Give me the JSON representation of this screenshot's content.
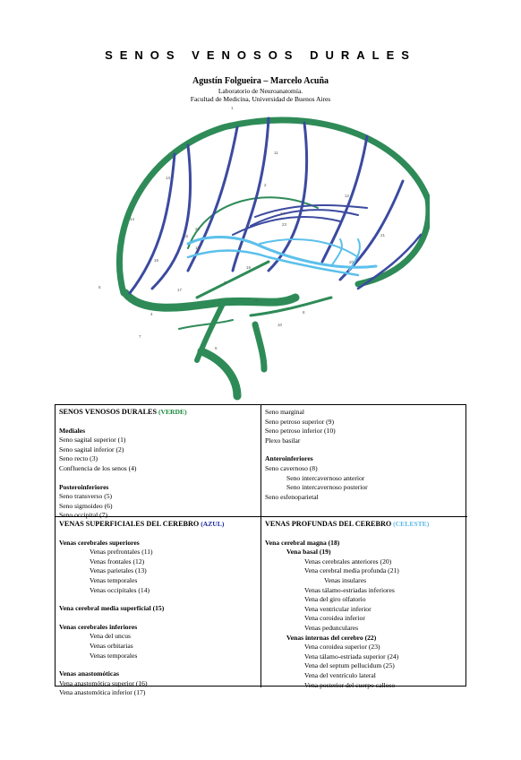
{
  "title": "SENOS VENOSOS DURALES",
  "authors": "Agustín Folgueira – Marcelo Acuña",
  "affiliation_1": "Laboratorio de Neuroanatomía.",
  "affiliation_2": "Facultad de Medicina, Universidad de Buenos Aires",
  "colors": {
    "senos": "#2e8b57",
    "superficiales": "#3b4aa0",
    "profundas": "#5bc0eb"
  },
  "diagram_labels": [
    "1",
    "2",
    "3",
    "4",
    "5",
    "6",
    "7",
    "8",
    "9",
    "10",
    "11",
    "12",
    "13",
    "14",
    "15",
    "16",
    "17",
    "18",
    "19",
    "20",
    "21",
    "22",
    "23",
    "24"
  ],
  "senos": {
    "heading": "SENOS VENOSOS DURALES",
    "tag": "(VERDE)",
    "mediales_title": "Mediales",
    "mediales": [
      "Seno sagital superior (1)",
      "Seno sagital inferior (2)",
      "Seno recto (3)",
      "Confluencia de los senos (4)"
    ],
    "posteroinferiores_title": "Posteroinferiores",
    "posteroinferiores": [
      "Seno transverso (5)",
      "Seno sigmoideo (6)",
      "Seno occipital (7)"
    ],
    "col2_top": [
      "Seno marginal",
      "Seno petroso superior (9)",
      "Seno petroso inferior (10)",
      "Plexo basilar"
    ],
    "anteroinferiores_title": "Anteroinferiores",
    "cavernoso": "Seno cavernoso (8)",
    "intercavernosos": [
      "Seno intercavernoso anterior",
      "Seno intercavernoso posterior"
    ],
    "esfenoparietal": "Seno esfenoparietal"
  },
  "superficiales": {
    "heading": "VENAS SUPERFICIALES DEL CEREBRO",
    "tag": "(AZUL)",
    "sup_title": "Venas cerebrales superiores",
    "sup": [
      "Venas prefrontales (11)",
      "Venas frontales (12)",
      "Venas parietales (13)",
      "Venas temporales",
      "Venas occipitales (14)"
    ],
    "media": "Vena cerebral media superficial (15)",
    "inf_title": "Venas cerebrales inferiores",
    "inf": [
      "Vena del uncus",
      "Venas orbitarias",
      "Venas temporales"
    ],
    "anast_title": "Venas anastomóticas",
    "anast": [
      "Vena anastomótica superior (16)",
      "Vena anastomótica inferior (17)"
    ]
  },
  "profundas": {
    "heading": "VENAS PROFUNDAS DEL CEREBRO",
    "tag": "(CELESTE)",
    "magna": "Vena cerebral magna (18)",
    "basal": "Vena basal (19)",
    "basal_items": [
      "Venas cerebrales anteriores (20)",
      "Vena cerebral media profunda (21)"
    ],
    "insulares": "Venas insulares",
    "basal_items2": [
      "Venas tálamo-estriadas inferiores",
      "Vena del giro olfatorio",
      "Vena ventricular inferior",
      "Vena coroidea inferior",
      "Venas pedunculares"
    ],
    "internas": "Venas internas del cerebro (22)",
    "internas_items": [
      "Vena coroidea superior (23)",
      "Vena tálamo-estriada superior (24)",
      "Vena del septum pellucidum (25)",
      "Vena del ventrículo lateral",
      "Vena posterior del cuerpo calloso"
    ]
  }
}
